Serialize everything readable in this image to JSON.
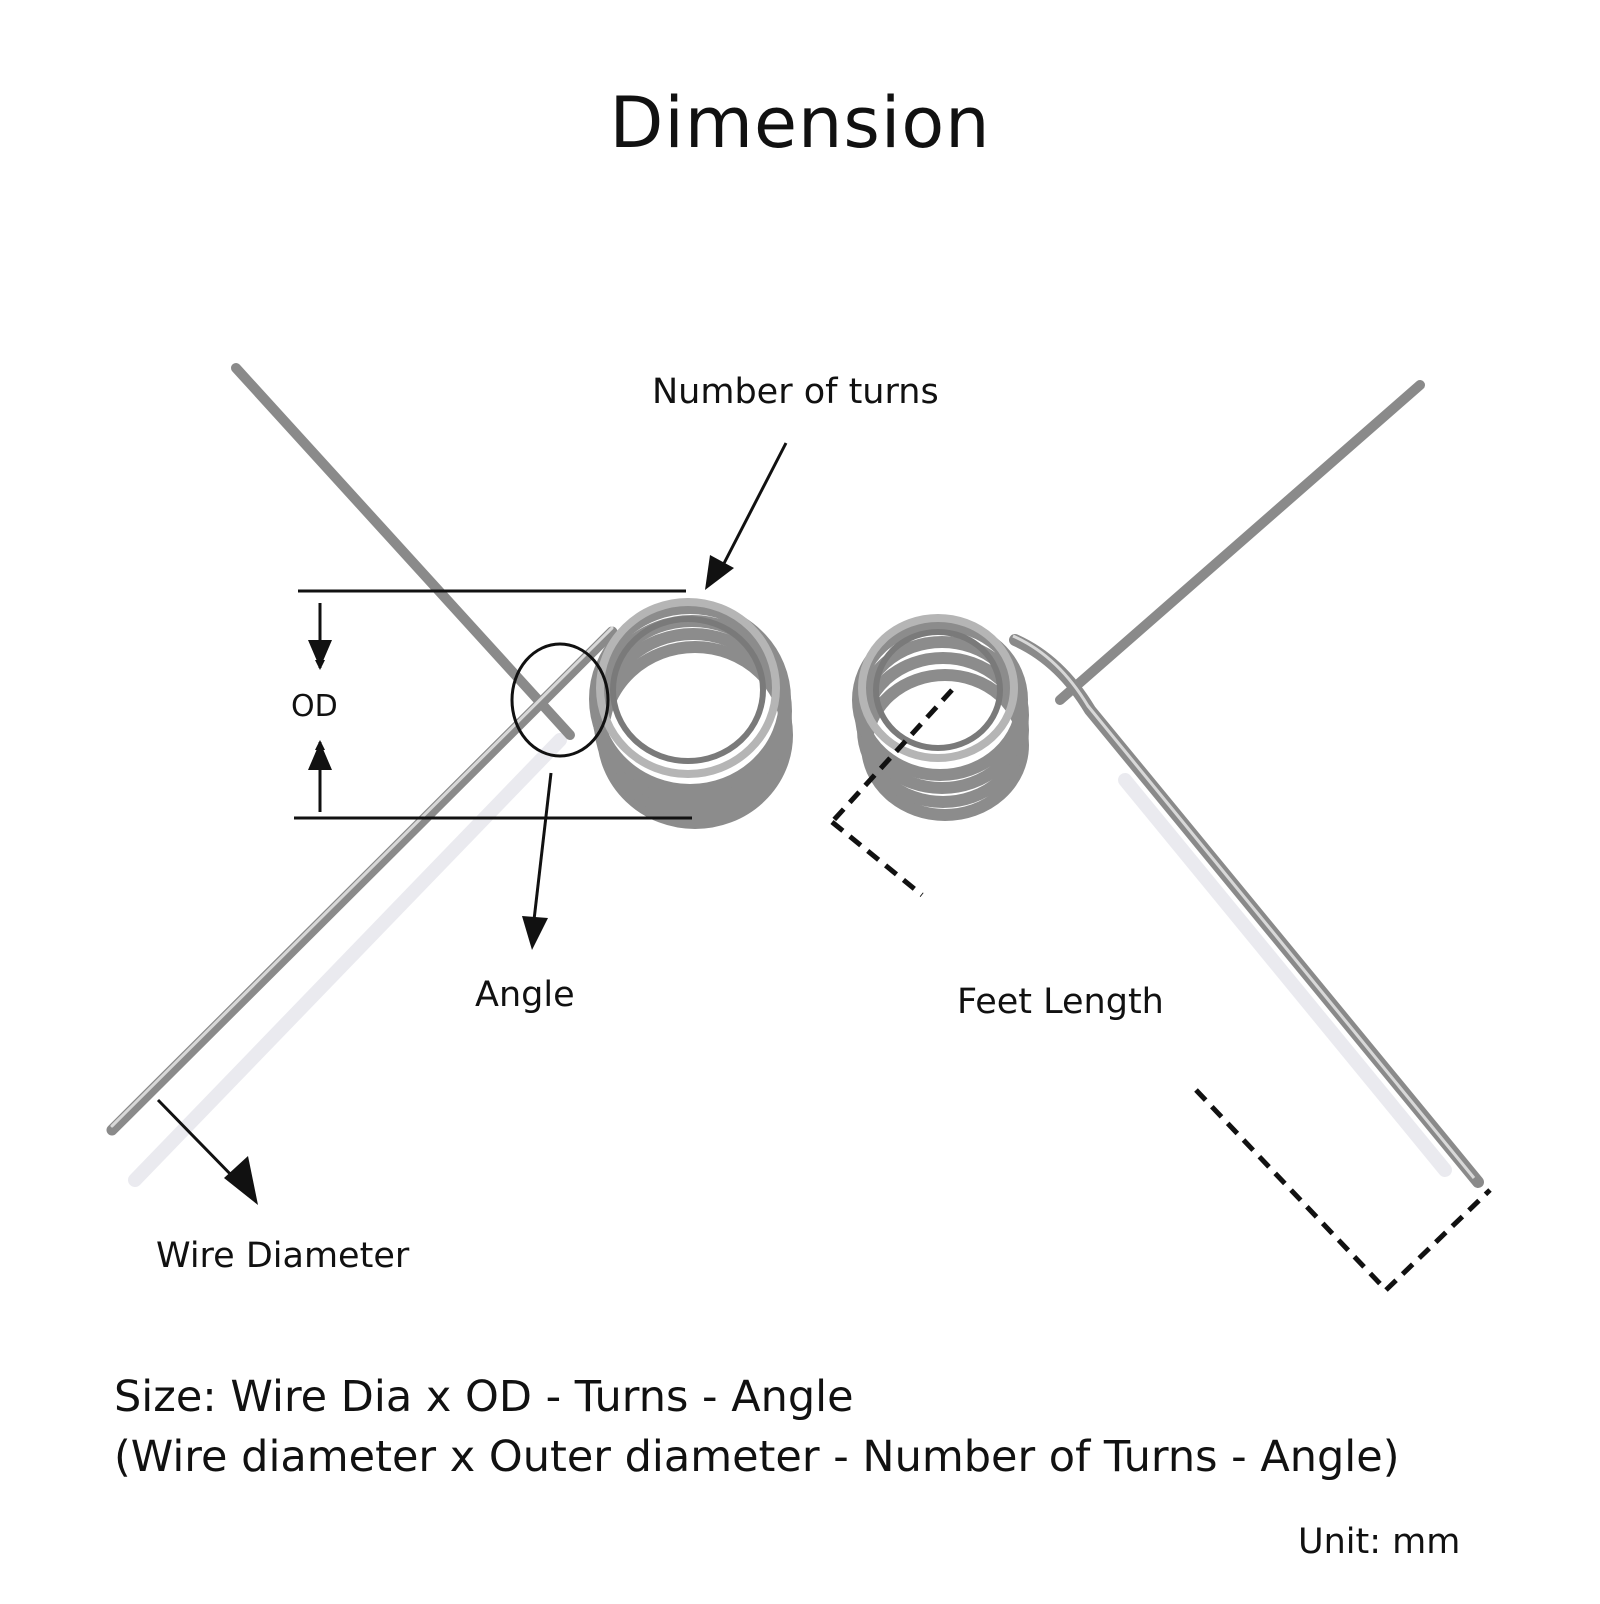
{
  "title": "Dimension",
  "labels": {
    "number_of_turns": "Number of turns",
    "od": "OD",
    "angle": "Angle",
    "feet_length": "Feet Length",
    "wire_diameter": "Wire Diameter"
  },
  "size_format": {
    "line1": "Size: Wire Dia x OD - Turns - Angle",
    "line2": "(Wire diameter x Outer diameter - Number of Turns - Angle)"
  },
  "unit": "Unit: mm",
  "colors": {
    "background": "#ffffff",
    "text": "#111111",
    "wire": "#9a9a9a",
    "annotation": "#111111"
  }
}
